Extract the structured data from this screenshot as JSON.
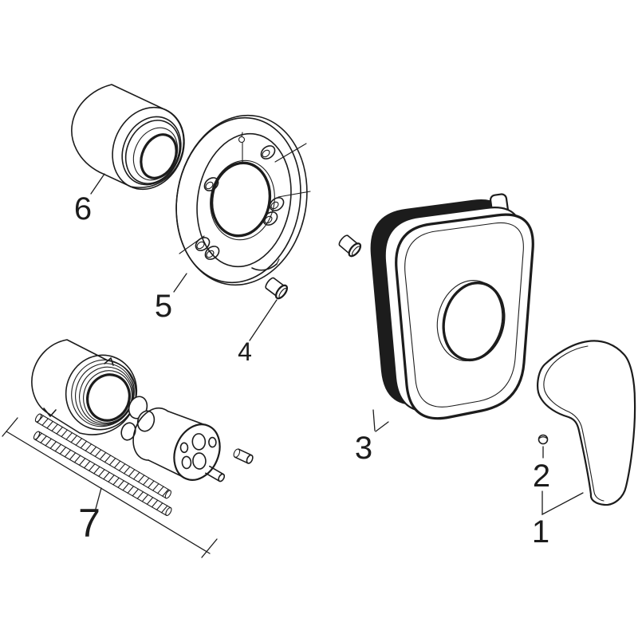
{
  "drawing": {
    "background": "#ffffff",
    "line_color": "#1c1c1c",
    "part_labels": [
      {
        "text": "1"
      },
      {
        "text": "2"
      },
      {
        "text": "3"
      },
      {
        "text": "4"
      },
      {
        "text": "5"
      },
      {
        "text": "6"
      },
      {
        "text": "7"
      }
    ]
  }
}
